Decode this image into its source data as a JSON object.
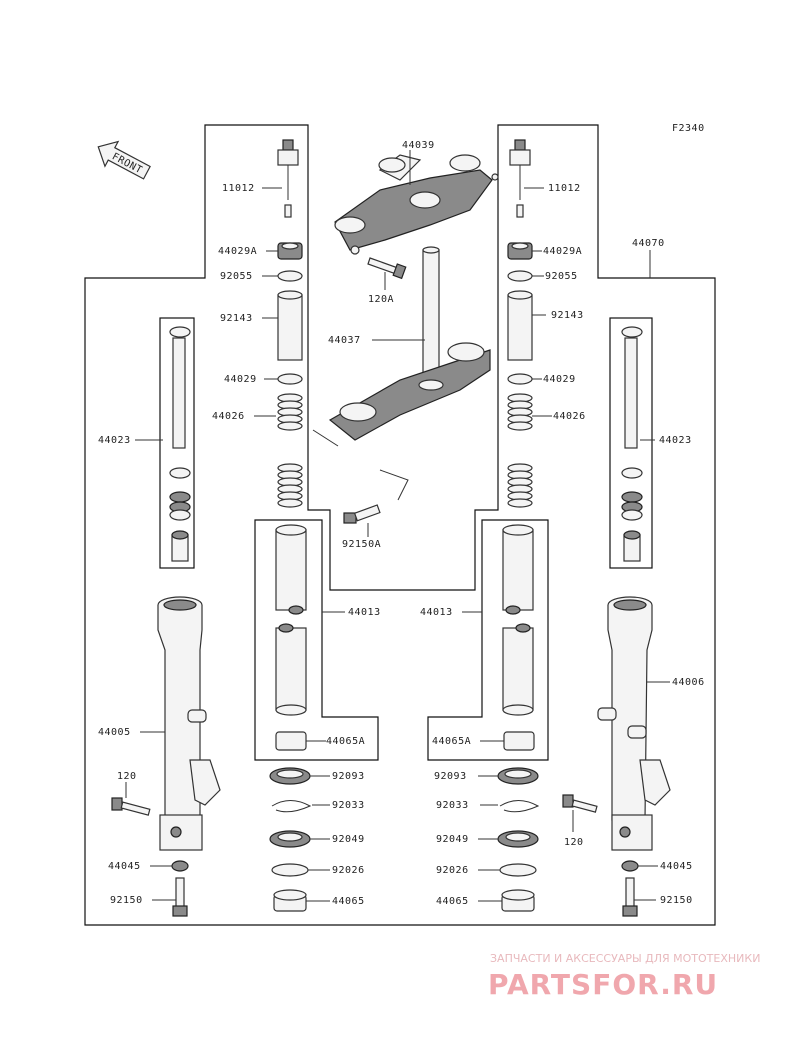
{
  "diagram": {
    "code": "F2340",
    "front_label": "FRONT",
    "labels": {
      "p44039": "44039",
      "p11012_l": "11012",
      "p11012_r": "11012",
      "p44029A_l": "44029A",
      "p44029A_r": "44029A",
      "p92055_l": "92055",
      "p92055_r": "92055",
      "p120A": "120A",
      "p44070": "44070",
      "p92143_l": "92143",
      "p92143_r": "92143",
      "p44037": "44037",
      "p44029_l": "44029",
      "p44029_r": "44029",
      "p44026_l": "44026",
      "p44026_r": "44026",
      "p44023_l": "44023",
      "p44023_r": "44023",
      "p92150A": "92150A",
      "p44013_l": "44013",
      "p44013_r": "44013",
      "p44006": "44006",
      "p44005": "44005",
      "p44065A_l": "44065A",
      "p44065A_r": "44065A",
      "p120_l": "120",
      "p120_r": "120",
      "p92093_l": "92093",
      "p92093_r": "92093",
      "p92033_l": "92033",
      "p92033_r": "92033",
      "p92049_l": "92049",
      "p92049_r": "92049",
      "p92026_l": "92026",
      "p92026_r": "92026",
      "p44065_l": "44065",
      "p44065_r": "44065",
      "p44045_l": "44045",
      "p44045_r": "44045",
      "p92150_l": "92150",
      "p92150_r": "92150"
    }
  },
  "watermark": {
    "tagline": "ЗАПЧАСТИ И АКСЕССУАРЫ ДЛЯ МОТОТЕХНИКИ",
    "brand": "PARTSFOR.RU"
  }
}
